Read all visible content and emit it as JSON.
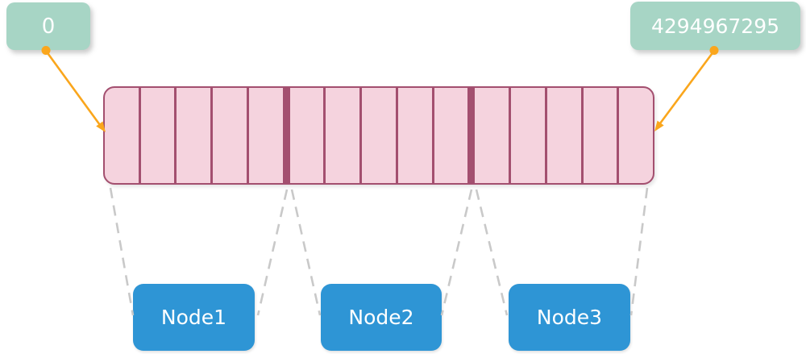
{
  "range_labels": {
    "min": "0",
    "max": "4294967295"
  },
  "hash_bar": {
    "total_segments": 15,
    "groups": 3,
    "segments_per_group": 5
  },
  "nodes": [
    {
      "label": "Node1"
    },
    {
      "label": "Node2"
    },
    {
      "label": "Node3"
    }
  ],
  "icons": {
    "arrow_left": "orange-arrow-pointing-to-bar-start",
    "arrow_right": "orange-arrow-pointing-to-bar-end",
    "anchor_dot": "orange-circle-anchor",
    "connector": "gray-dashed-line"
  },
  "colors": {
    "range_label_bg": "#a7d5c5",
    "range_label_text": "#ffffff",
    "arrow": "#faa61c",
    "bar_fill": "#f5d3de",
    "bar_border": "#a34f6f",
    "node_bg": "#2e95d5",
    "node_text": "#ffffff",
    "connector": "#c9c9c9"
  }
}
